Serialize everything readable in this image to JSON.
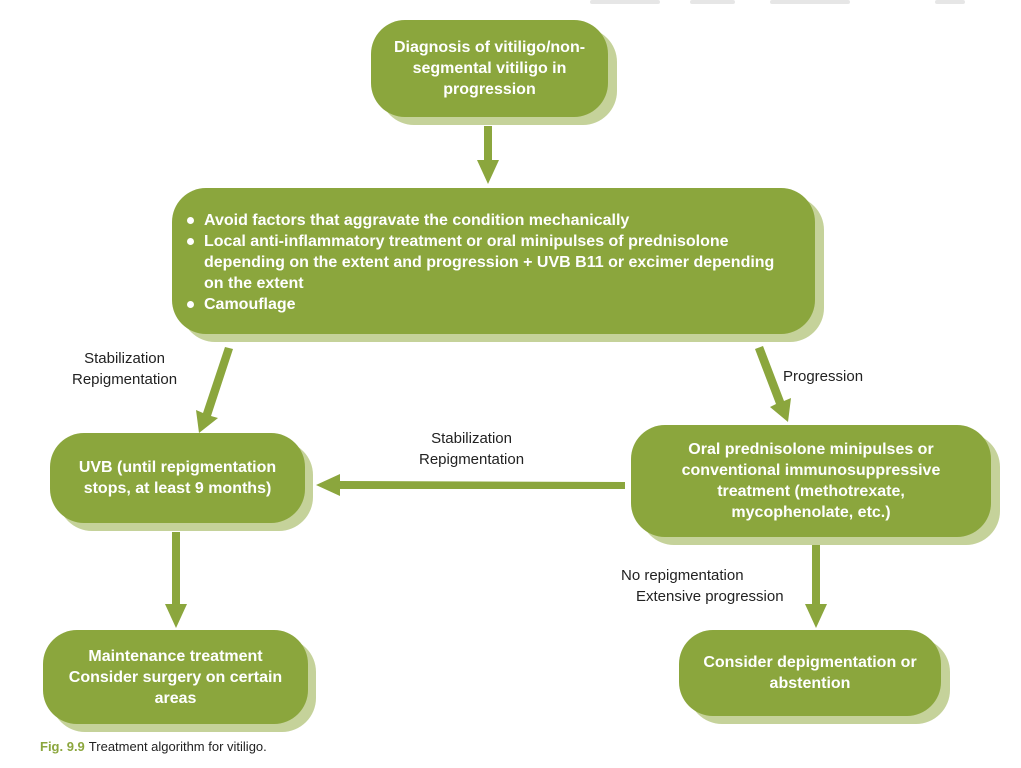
{
  "colors": {
    "node_fill": "#8ba63d",
    "node_shadow": "#c5d29a",
    "arrow": "#8ba63d",
    "caption_label": "#8ba63d"
  },
  "nodes": {
    "diagnosis": "Diagnosis of vitiligo/non-segmental vitiligo in progression",
    "initial_treatment": [
      "Avoid factors that aggravate the condition mechanically",
      "Local anti-inflammatory treatment or oral minipulses of prednisolone depending on the extent and progression + UVB B11 or excimer depending on the extent",
      "Camouflage"
    ],
    "uvb": "UVB (until repigmentation stops, at least 9 months)",
    "oral_prednisolone": "Oral prednisolone minipulses or conventional immunosuppressive treatment (methotrexate, mycophenolate, etc.)",
    "maintenance": [
      "Maintenance treatment",
      "Consider surgery on certain areas"
    ],
    "depigmentation": "Consider depigmentation or abstention"
  },
  "edge_labels": {
    "left_stabilization": [
      "Stabilization",
      "Repigmentation"
    ],
    "progression": "Progression",
    "middle_stabilization": [
      "Stabilization",
      "Repigmentation"
    ],
    "no_repigmentation": [
      "No repigmentation",
      "Extensive progression"
    ]
  },
  "caption": {
    "figure_number": "Fig. 9.9",
    "text": "Treatment algorithm for vitiligo."
  }
}
